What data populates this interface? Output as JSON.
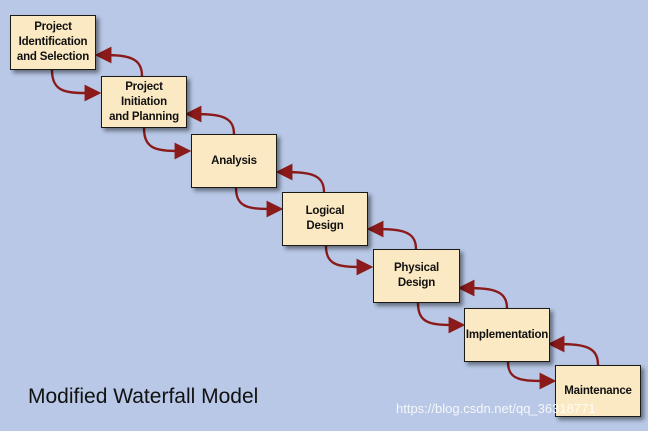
{
  "diagram": {
    "phases": [
      {
        "label": "Project\nIdentification\nand Selection"
      },
      {
        "label": "Project\nInitiation\nand Planning"
      },
      {
        "label": "Analysis"
      },
      {
        "label": "Logical\nDesign"
      },
      {
        "label": "Physical\nDesign"
      },
      {
        "label": "Implementation"
      },
      {
        "label": "Maintenance"
      }
    ],
    "colors": {
      "background": "#b8c8e6",
      "box_fill": "#fbe9c3",
      "arrow": "#8b1a1a"
    }
  },
  "caption": "Modified Waterfall Model",
  "watermark": "https://blog.csdn.net/qq_36318771"
}
